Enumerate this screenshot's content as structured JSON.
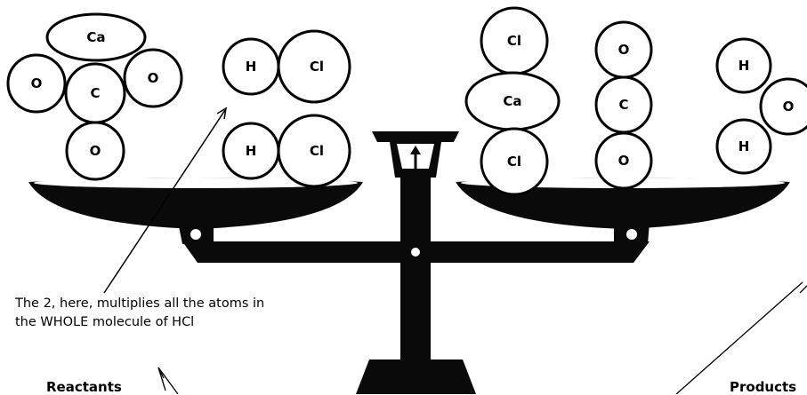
{
  "reactants": {
    "label": "Reactants",
    "molecules": [
      {
        "formula": "CaCO3",
        "atoms": [
          "Ca",
          "O",
          "C",
          "O",
          "O"
        ]
      },
      {
        "formula": "HCl",
        "atoms": [
          "H",
          "Cl"
        ]
      },
      {
        "formula": "HCl",
        "atoms": [
          "H",
          "Cl"
        ]
      }
    ]
  },
  "products": {
    "label": "Products",
    "molecules": [
      {
        "formula": "CaCl2",
        "atoms": [
          "Cl",
          "Ca",
          "Cl"
        ]
      },
      {
        "formula": "CO2",
        "atoms": [
          "O",
          "C",
          "O"
        ]
      },
      {
        "formula": "H2O",
        "atoms": [
          "H",
          "O",
          "H"
        ]
      }
    ]
  },
  "annotation": {
    "text": "The 2, here, multiplies all the atoms in the WHOLE molecule of HCl"
  },
  "colors": {
    "ink": "#000000",
    "paper": "#ffffff",
    "scale": "#0a0a0a"
  }
}
